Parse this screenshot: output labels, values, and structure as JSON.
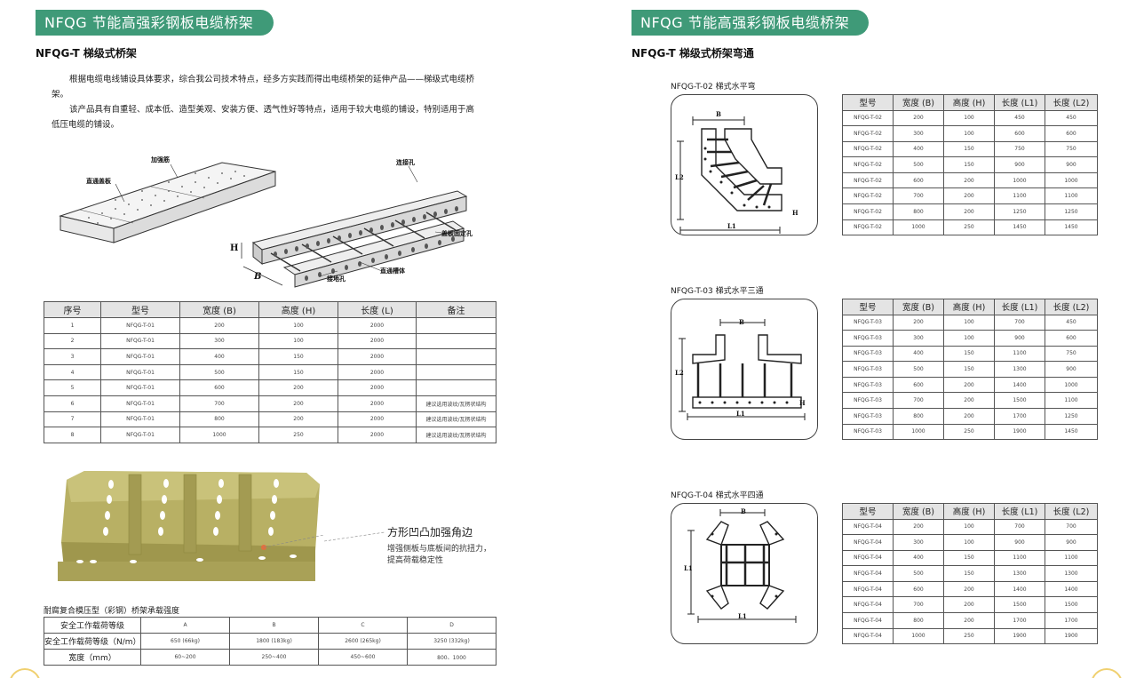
{
  "left": {
    "banner": "NFQG 节能高强彩钢板电缆桥架",
    "subtitle": "NFQG-T 梯级式桥架",
    "para1": "根据电缆电线铺设具体要求，综合我公司技术特点，经多方实践而得出电缆桥架的延伸产品——梯级式电缆桥架。",
    "para2": "该产品具有自重轻、成本低、造型美观、安装方便、透气性好等特点，适用于较大电缆的铺设，特别适用于高低压电缆的铺设。",
    "diagram_labels": {
      "cover": "直通盖板",
      "rib": "加强筋",
      "conn_hole": "连接孔",
      "cover_fix": "盖板固定孔",
      "body": "直通槽体",
      "ground_hole": "接地孔",
      "h": "H",
      "b": "B"
    },
    "main_table": {
      "headers": [
        "序号",
        "型号",
        "宽度 (B)",
        "高度 (H)",
        "长度 (L)",
        "备注"
      ],
      "rows": [
        [
          "1",
          "NFQG-T-01",
          "200",
          "100",
          "2000",
          ""
        ],
        [
          "2",
          "NFQG-T-01",
          "300",
          "100",
          "2000",
          ""
        ],
        [
          "3",
          "NFQG-T-01",
          "400",
          "150",
          "2000",
          ""
        ],
        [
          "4",
          "NFQG-T-01",
          "500",
          "150",
          "2000",
          ""
        ],
        [
          "5",
          "NFQG-T-01",
          "600",
          "200",
          "2000",
          ""
        ],
        [
          "6",
          "NFQG-T-01",
          "700",
          "200",
          "2000",
          "建议选用波纹/瓦楞状结构"
        ],
        [
          "7",
          "NFQG-T-01",
          "800",
          "200",
          "2000",
          "建议选用波纹/瓦楞状结构"
        ],
        [
          "8",
          "NFQG-T-01",
          "1000",
          "250",
          "2000",
          "建议选用波纹/瓦楞状结构"
        ]
      ]
    },
    "callout_title": "方形凹凸加强角边",
    "callout_text1": "增强侧板与底板间的抗扭力，",
    "callout_text2": "提高荷载稳定性",
    "load_caption": "耐腐复合模压型（彩钢）桥架承载强度",
    "load_table": {
      "rows": [
        [
          "安全工作载荷等级",
          "A",
          "B",
          "C",
          "D"
        ],
        [
          "安全工作载荷等级（N/m）",
          "650 (66kg)",
          "1800 (183kg)",
          "2600 (265kg)",
          "3250 (332kg)"
        ],
        [
          "宽度（mm）",
          "60~200",
          "250~400",
          "450~600",
          "800、1000"
        ]
      ]
    }
  },
  "right": {
    "banner": "NFQG 节能高强彩钢板电缆桥架",
    "subtitle": "NFQG-T 梯级式桥架弯通",
    "sections": [
      {
        "caption": "NFQG-T-02 梯式水平弯",
        "headers": [
          "型号",
          "宽度 (B)",
          "高度 (H)",
          "长度 (L1)",
          "长度 (L2)"
        ],
        "rows": [
          [
            "NFQG-T-02",
            "200",
            "100",
            "450",
            "450"
          ],
          [
            "NFQG-T-02",
            "300",
            "100",
            "600",
            "600"
          ],
          [
            "NFQG-T-02",
            "400",
            "150",
            "750",
            "750"
          ],
          [
            "NFQG-T-02",
            "500",
            "150",
            "900",
            "900"
          ],
          [
            "NFQG-T-02",
            "600",
            "200",
            "1000",
            "1000"
          ],
          [
            "NFQG-T-02",
            "700",
            "200",
            "1100",
            "1100"
          ],
          [
            "NFQG-T-02",
            "800",
            "200",
            "1250",
            "1250"
          ],
          [
            "NFQG-T-02",
            "1000",
            "250",
            "1450",
            "1450"
          ]
        ]
      },
      {
        "caption": "NFQG-T-03 梯式水平三通",
        "headers": [
          "型号",
          "宽度 (B)",
          "高度 (H)",
          "长度 (L1)",
          "长度 (L2)"
        ],
        "rows": [
          [
            "NFQG-T-03",
            "200",
            "100",
            "700",
            "450"
          ],
          [
            "NFQG-T-03",
            "300",
            "100",
            "900",
            "600"
          ],
          [
            "NFQG-T-03",
            "400",
            "150",
            "1100",
            "750"
          ],
          [
            "NFQG-T-03",
            "500",
            "150",
            "1300",
            "900"
          ],
          [
            "NFQG-T-03",
            "600",
            "200",
            "1400",
            "1000"
          ],
          [
            "NFQG-T-03",
            "700",
            "200",
            "1500",
            "1100"
          ],
          [
            "NFQG-T-03",
            "800",
            "200",
            "1700",
            "1250"
          ],
          [
            "NFQG-T-03",
            "1000",
            "250",
            "1900",
            "1450"
          ]
        ]
      },
      {
        "caption": "NFQG-T-04 梯式水平四通",
        "headers": [
          "型号",
          "宽度 (B)",
          "高度 (H)",
          "长度 (L1)",
          "长度 (L2)"
        ],
        "rows": [
          [
            "NFQG-T-04",
            "200",
            "100",
            "700",
            "700"
          ],
          [
            "NFQG-T-04",
            "300",
            "100",
            "900",
            "900"
          ],
          [
            "NFQG-T-04",
            "400",
            "150",
            "1100",
            "1100"
          ],
          [
            "NFQG-T-04",
            "500",
            "150",
            "1300",
            "1300"
          ],
          [
            "NFQG-T-04",
            "600",
            "200",
            "1400",
            "1400"
          ],
          [
            "NFQG-T-04",
            "700",
            "200",
            "1500",
            "1500"
          ],
          [
            "NFQG-T-04",
            "800",
            "200",
            "1700",
            "1700"
          ],
          [
            "NFQG-T-04",
            "1000",
            "250",
            "1900",
            "1900"
          ]
        ]
      }
    ],
    "fig_labels": {
      "b": "B",
      "h": "H",
      "l1": "L1",
      "l2": "L2"
    }
  }
}
